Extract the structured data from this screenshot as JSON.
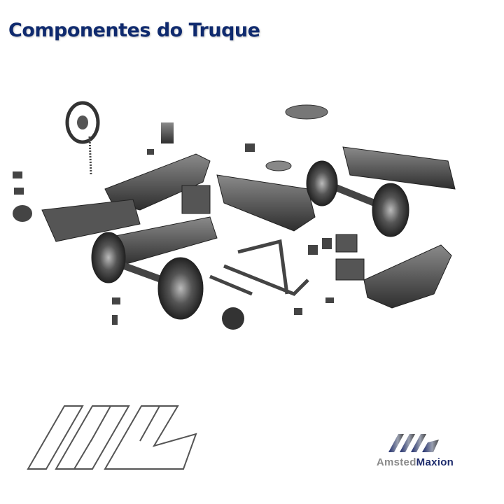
{
  "slide": {
    "title": "Componentes do Truque"
  },
  "brand": {
    "logo_part1": "Amsted",
    "logo_part2": "Maxion",
    "primary_color": "#1c2a6b",
    "secondary_color": "#8a8a8a",
    "title_color": "#0f2a6e"
  }
}
